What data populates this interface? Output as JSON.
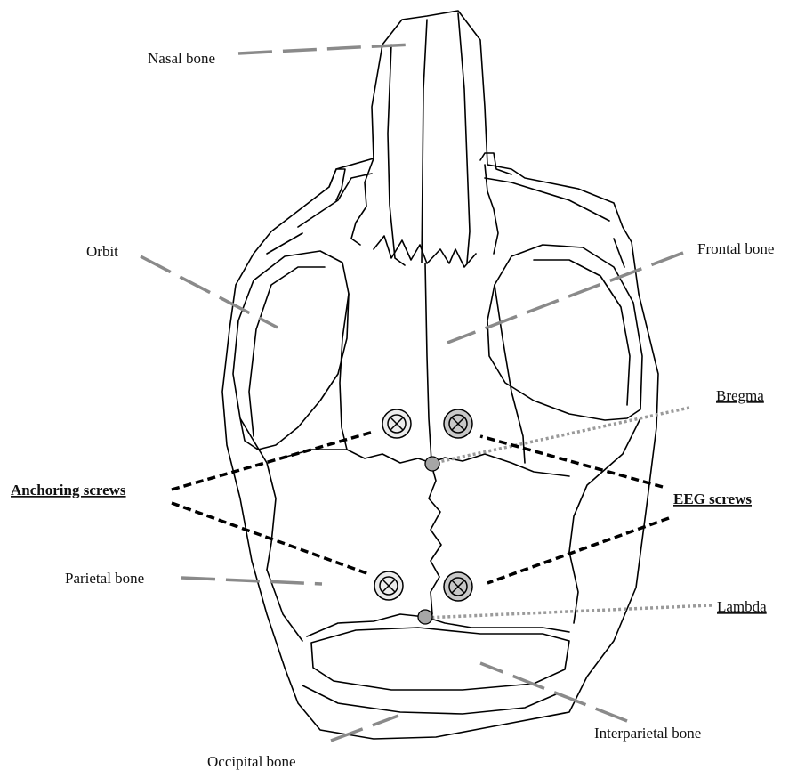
{
  "diagram": {
    "labels": {
      "nasal_bone": "Nasal bone",
      "orbit": "Orbit",
      "frontal_bone": "Frontal bone",
      "bregma": "Bregma",
      "anchoring_screws": "Anchoring screws",
      "eeg_screws": "EEG screws",
      "parietal_bone": "Parietal bone",
      "lambda": "Lambda",
      "interparietal_bone": "Interparietal bone",
      "occipital_bone": "Occipital bone"
    },
    "colors": {
      "outline": "#000000",
      "leader_gray": "#8a8a8a",
      "leader_black": "#000000",
      "anchoring_screw_fill": "#ececec",
      "eeg_screw_fill": "#c8c8c8",
      "landmark_fill": "#a6a6a6"
    }
  }
}
